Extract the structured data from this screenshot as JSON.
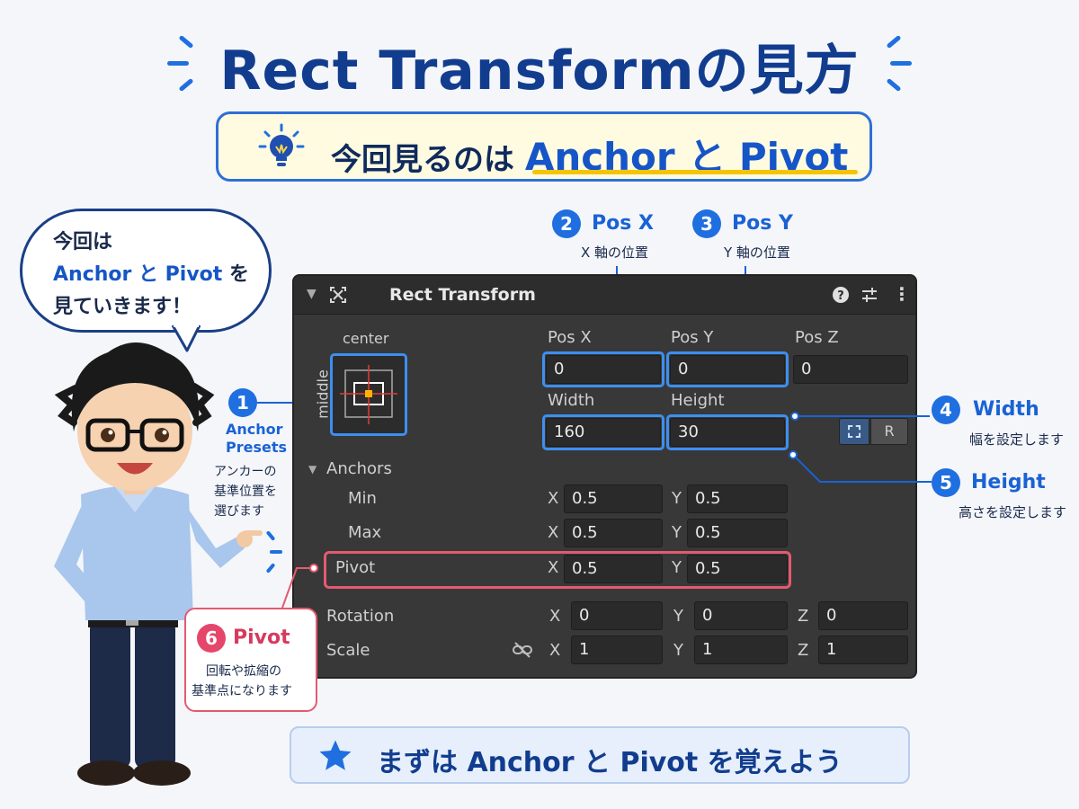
{
  "title": "Rect Transformの見方",
  "subtitle": {
    "prefix": "今回見るのは",
    "highlight": "Anchor と Pivot"
  },
  "bubble": {
    "line1": "今回は",
    "line2_blue": "Anchor と Pivot",
    "line2_tail": " を",
    "line3": "見ていきます！"
  },
  "panel": {
    "title": "Rect Transform",
    "anchor_top_label": "center",
    "anchor_side_label": "middle",
    "pos_x_label": "Pos X",
    "pos_y_label": "Pos Y",
    "pos_z_label": "Pos Z",
    "pos_x": "0",
    "pos_y": "0",
    "pos_z": "0",
    "width_label": "Width",
    "height_label": "Height",
    "width": "160",
    "height": "30",
    "r_button": "R",
    "anchors_label": "Anchors",
    "min_label": "Min",
    "max_label": "Max",
    "x_label": "X",
    "y_label": "Y",
    "z_label": "Z",
    "min_x": "0.5",
    "min_y": "0.5",
    "max_x": "0.5",
    "max_y": "0.5",
    "pivot_label": "Pivot",
    "pivot_x": "0.5",
    "pivot_y": "0.5",
    "rotation_label": "Rotation",
    "rot_x": "0",
    "rot_y": "0",
    "rot_z": "0",
    "scale_label": "Scale",
    "scale_x": "1",
    "scale_y": "1",
    "scale_z": "1"
  },
  "callouts": {
    "c1": {
      "num": "1",
      "title1": "Anchor",
      "title2": "Presets",
      "desc1": "アンカーの",
      "desc2": "基準位置を",
      "desc3": "選びます"
    },
    "c2": {
      "num": "2",
      "title": "Pos X",
      "desc": "X 軸の位置"
    },
    "c3": {
      "num": "3",
      "title": "Pos Y",
      "desc": "Y 軸の位置"
    },
    "c4": {
      "num": "4",
      "title": "Width",
      "desc": "幅を設定します"
    },
    "c5": {
      "num": "5",
      "title": "Height",
      "desc": "高さを設定します"
    },
    "c6": {
      "num": "6",
      "title": "Pivot",
      "desc1": "回転や拡縮の",
      "desc2": "基準点になります"
    }
  },
  "bottom": "まずは  Anchor と  Pivot  を覚えよう",
  "colors": {
    "accent_blue": "#1f6fe0",
    "title_navy": "#123d8f",
    "pivot_red": "#e45a70",
    "panel_bg": "#383838"
  }
}
